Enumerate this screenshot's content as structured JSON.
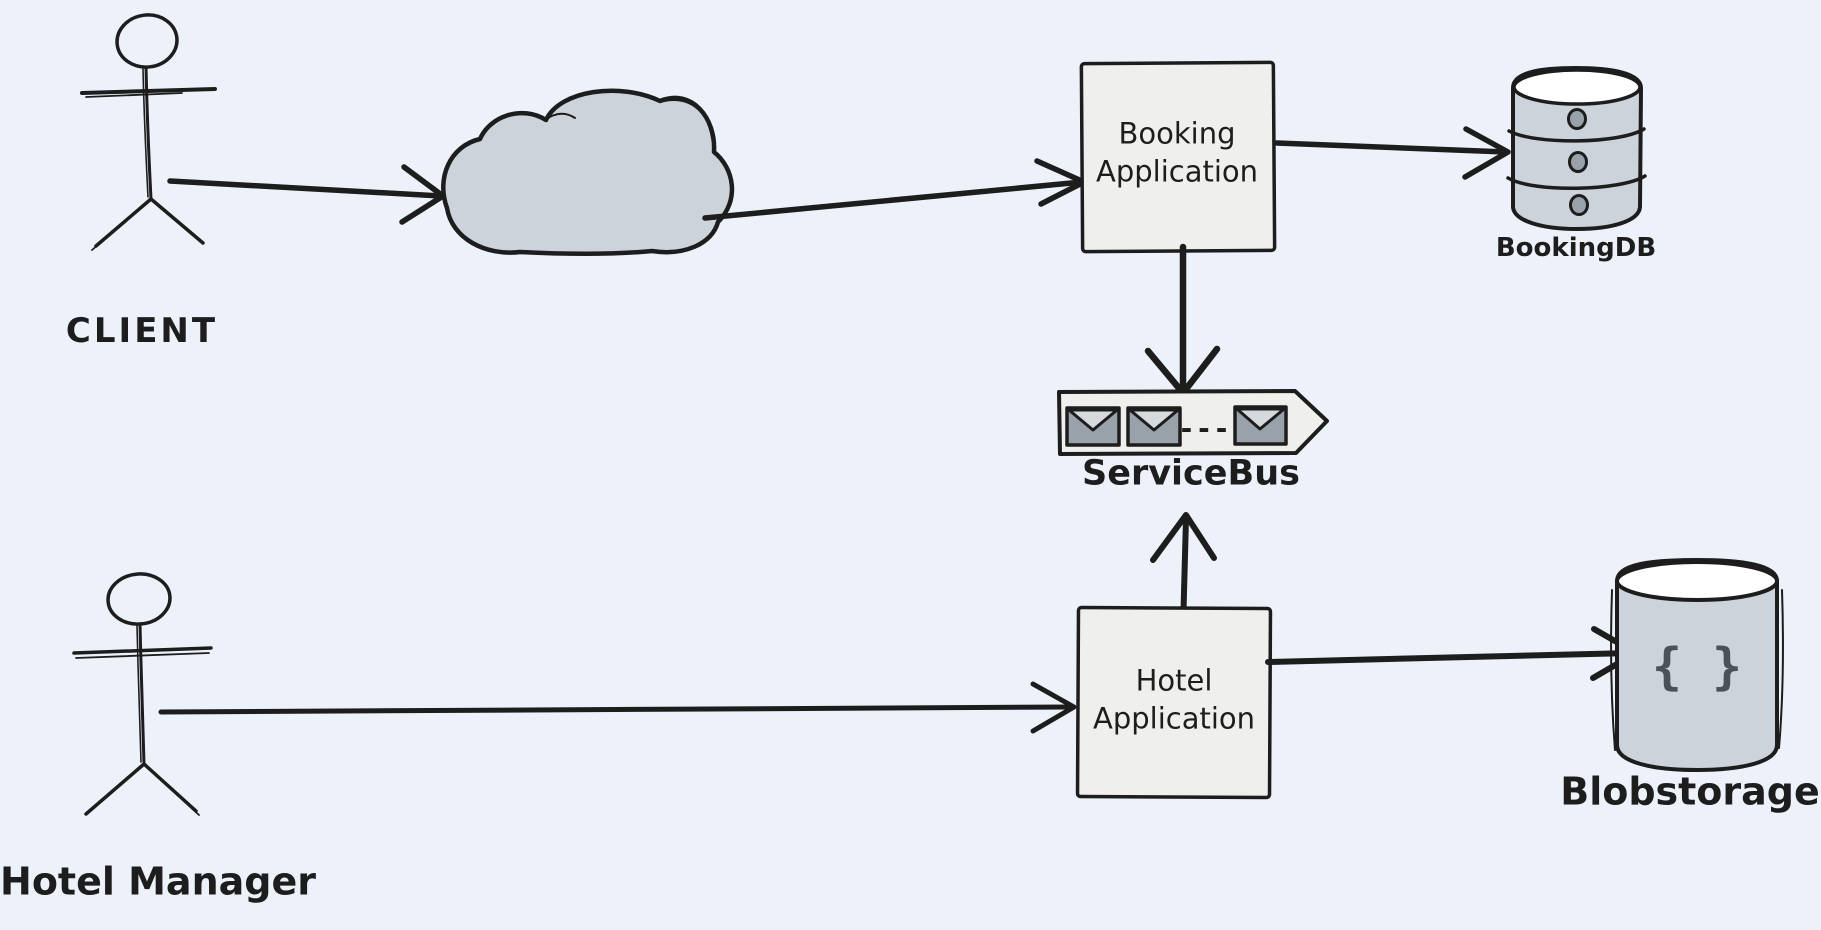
{
  "colors": {
    "background": "#edf2fa",
    "stroke": "#1d1d1d",
    "shape_fill": "#efefed",
    "gray_fill": "#cdd3da",
    "cylinder_top": "#ffffff",
    "envelope_body": "#99a1ab",
    "envelope_flap": "#d6dade",
    "braces": "#4a5158"
  },
  "nodes": {
    "client": {
      "label": "CLIENT",
      "icon": "stick-figure-icon"
    },
    "hotel_manager": {
      "label": "Hotel Manager",
      "icon": "stick-figure-icon"
    },
    "cloud": {
      "label": "",
      "icon": "cloud-icon"
    },
    "booking_app": {
      "label": "Booking\nApplication",
      "icon": "rectangle-node"
    },
    "hotel_app": {
      "label": "Hotel\nApplication",
      "icon": "rectangle-node"
    },
    "servicebus": {
      "label": "ServiceBus",
      "icon": "message-queue-icon",
      "envelope_count": 3,
      "ellipsis": "---"
    },
    "bookingdb": {
      "label": "BookingDB",
      "icon": "database-cylinder-icon",
      "disk_count": 3
    },
    "blobstorage": {
      "label": "Blobstorage",
      "icon": "storage-cylinder-icon",
      "glyph": "{ }"
    }
  },
  "edges": [
    {
      "from": "client",
      "to": "cloud"
    },
    {
      "from": "cloud",
      "to": "booking_app"
    },
    {
      "from": "booking_app",
      "to": "bookingdb"
    },
    {
      "from": "booking_app",
      "to": "servicebus"
    },
    {
      "from": "hotel_app",
      "to": "servicebus"
    },
    {
      "from": "hotel_manager",
      "to": "hotel_app"
    },
    {
      "from": "hotel_app",
      "to": "blobstorage"
    }
  ]
}
